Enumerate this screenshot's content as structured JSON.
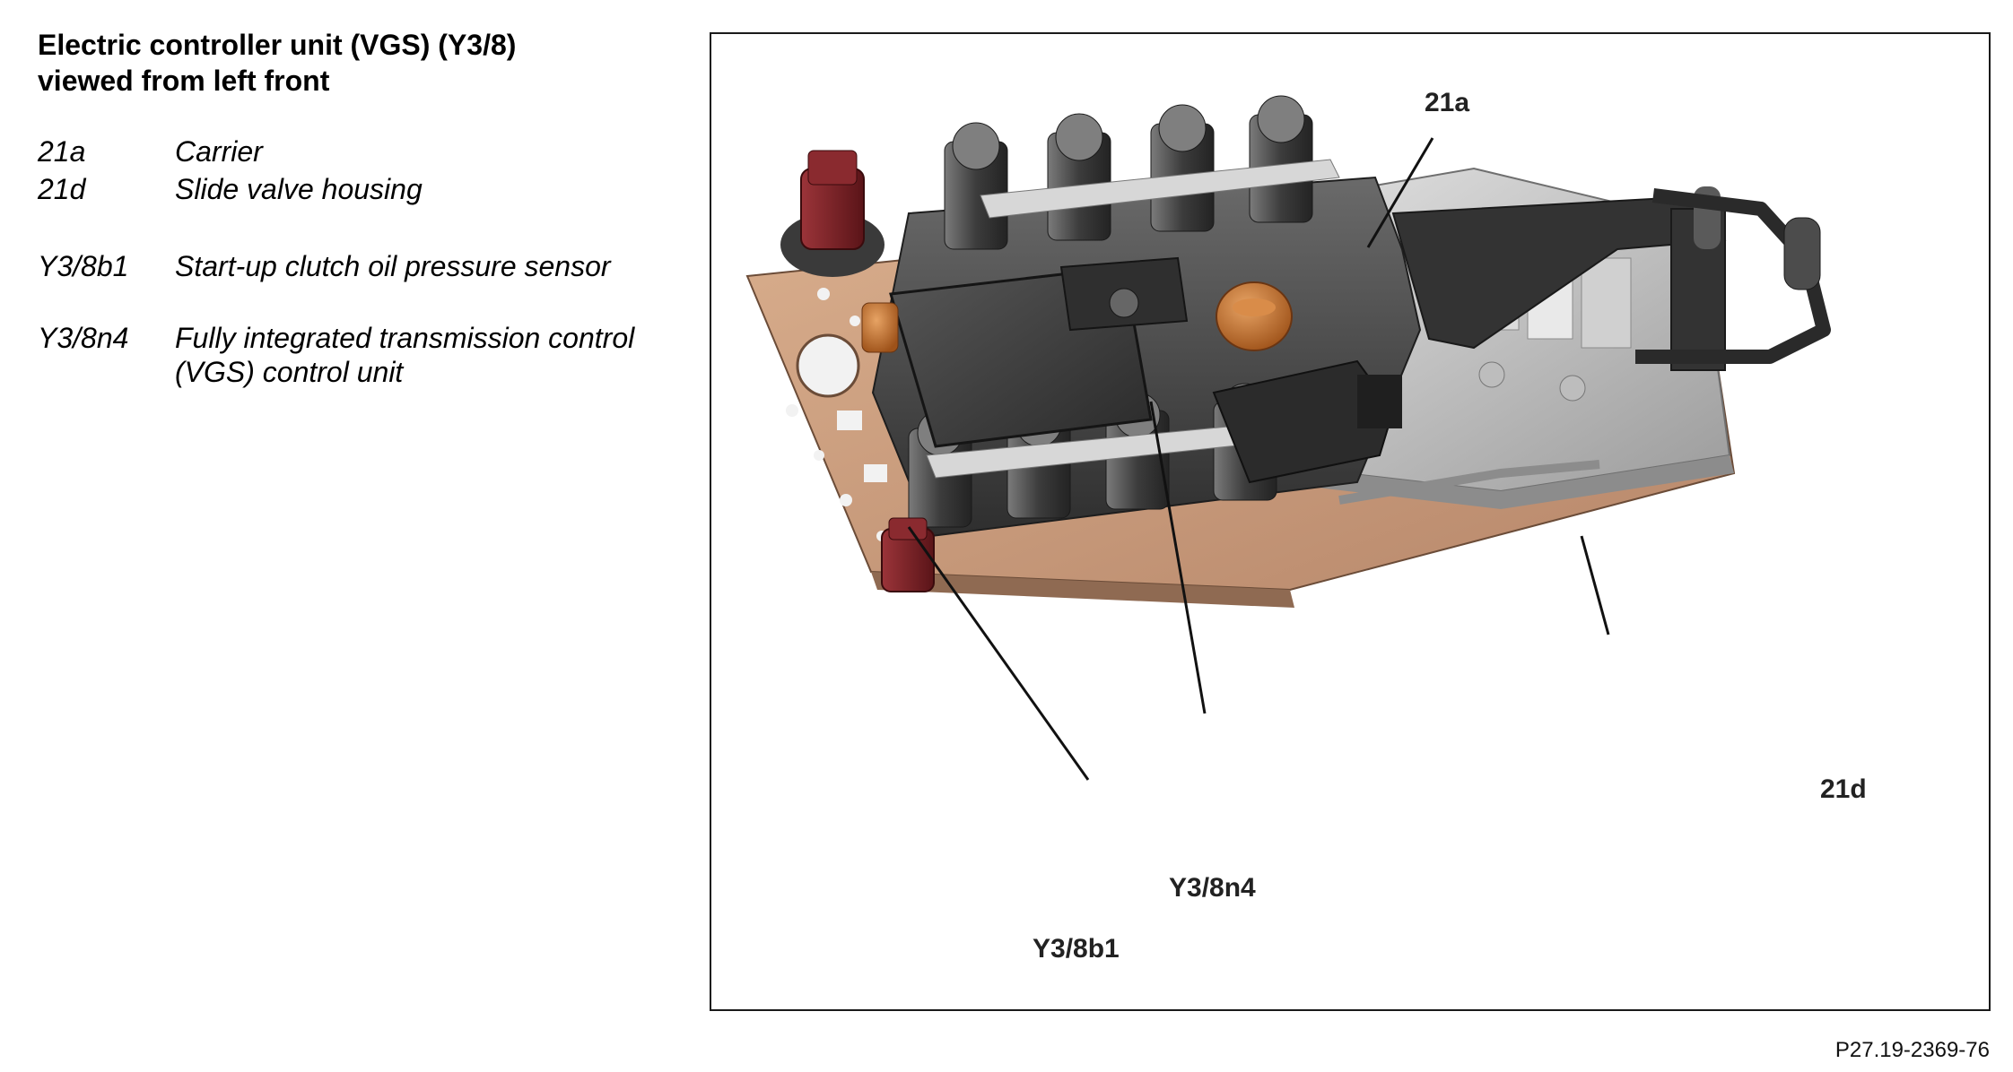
{
  "title_line1": "Electric controller unit (VGS) (Y3/8)",
  "title_line2": "viewed from left front",
  "legend": [
    {
      "code": "21a",
      "desc": "Carrier"
    },
    {
      "code": "21d",
      "desc": "Slide valve housing"
    },
    {
      "code": "Y3/8b1",
      "desc": "Start-up clutch oil pressure sensor"
    },
    {
      "code": "Y3/8n4",
      "desc": "Fully integrated transmission control (VGS) control unit"
    }
  ],
  "callouts": {
    "c21a": "21a",
    "c21d": "21d",
    "y38n4": "Y3/8n4",
    "y38b1": "Y3/8b1"
  },
  "figure_code": "P27.19-2369-76",
  "colors": {
    "gasket_plate": "#c99a78",
    "carrier_dark": "#4a4a4a",
    "control_unit_cover": "#3b3b3b",
    "valve_housing": "#c9c9c9",
    "sensor_red": "#7a1e22",
    "pressure_cap_orange": "#c8752d",
    "frame_border": "#1a1a1a"
  }
}
